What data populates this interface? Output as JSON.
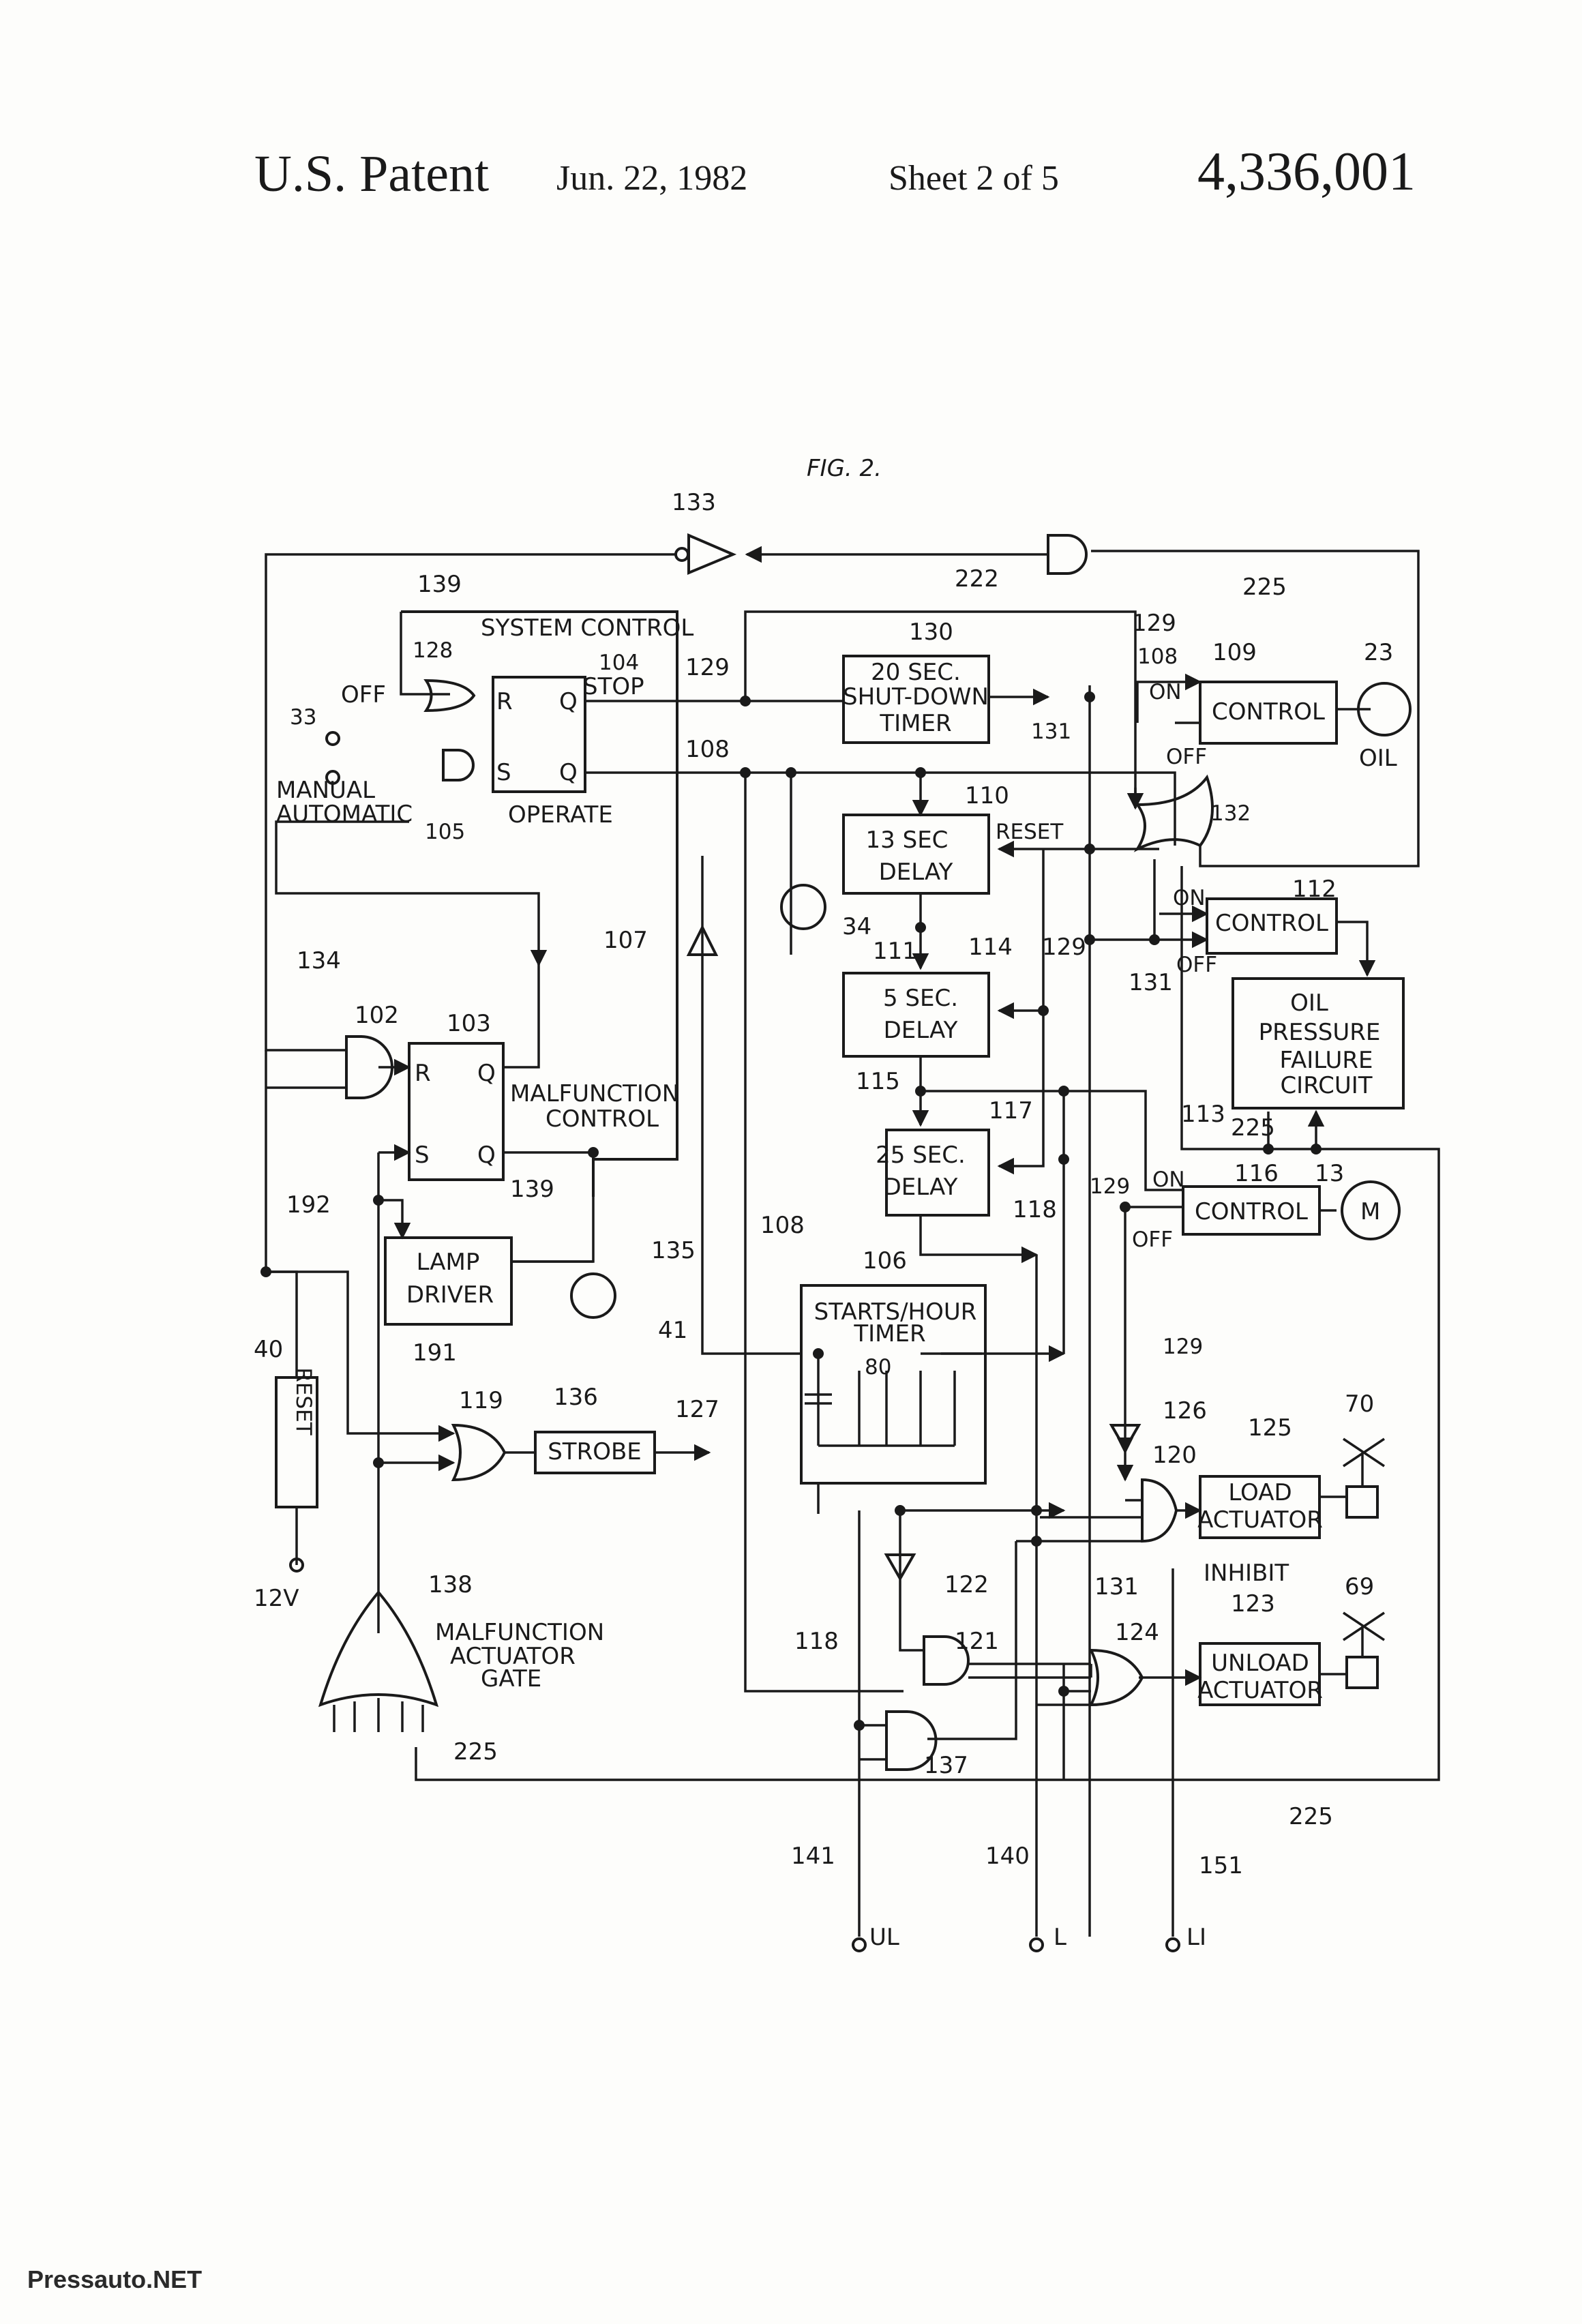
{
  "header": {
    "office": "U.S. Patent",
    "date": "Jun. 22, 1982",
    "sheet": "Sheet 2 of 5",
    "patent_number": "4,336,001"
  },
  "figure": {
    "title": "FIG. 2."
  },
  "blocks": {
    "system_control": "SYSTEM CONTROL",
    "shutdown_timer": [
      "20 SEC.",
      "SHUT-DOWN",
      "TIMER"
    ],
    "control_109": "CONTROL",
    "delay_13": [
      "13 SEC",
      "DELAY"
    ],
    "reset_label": "RESET",
    "control_112": "CONTROL",
    "delay_5": [
      "5 SEC.",
      "DELAY"
    ],
    "oil_pressure": [
      "OIL",
      "PRESSURE",
      "FAILURE",
      "CIRCUIT"
    ],
    "delay_25": [
      "25 SEC.",
      "DELAY"
    ],
    "control_116": "CONTROL",
    "malfunction_control": [
      "MALFUNCTION",
      "CONTROL"
    ],
    "lamp_driver": [
      "LAMP",
      "DRIVER"
    ],
    "starts_hour": [
      "STARTS/HOUR",
      "TIMER"
    ],
    "strobe": "STROBE",
    "load_actuator": [
      "LOAD",
      "ACTUATOR"
    ],
    "unload_actuator": [
      "UNLOAD",
      "ACTUATOR"
    ],
    "reset_switch": "RESET",
    "malfunction_gate": [
      "MALFUNCTION",
      "ACTUATOR",
      "GATE"
    ]
  },
  "labels": {
    "off": "OFF",
    "manual": "MANUAL",
    "automatic": "AUTOMATIC",
    "stop": "STOP",
    "operate": "OPERATE",
    "on": "ON",
    "oil": "OIL",
    "inhibit": "INHIBIT",
    "motor": "M",
    "ul": "UL",
    "l": "L",
    "li": "LI",
    "v12": "12V",
    "r": "R",
    "s": "S",
    "q": "Q"
  },
  "refs": {
    "r133": "133",
    "r222": "222",
    "r225": "225",
    "r139": "139",
    "r128": "128",
    "r104": "104",
    "r129": "129",
    "r130": "130",
    "r108": "108",
    "r109": "109",
    "r23": "23",
    "r33": "33",
    "r105": "105",
    "r131": "131",
    "r110": "110",
    "r132": "132",
    "r34": "34",
    "r107": "107",
    "r111": "111",
    "r114": "114",
    "r112": "112",
    "r134": "134",
    "r102": "102",
    "r103": "103",
    "r115": "115",
    "r117": "117",
    "r113": "113",
    "r116": "116",
    "r13": "13",
    "r192": "192",
    "r118": "118",
    "r135": "135",
    "r106": "106",
    "r191": "191",
    "r41": "41",
    "r40": "40",
    "r119": "119",
    "r136": "136",
    "r127": "127",
    "r80": "80",
    "r126": "126",
    "r70": "70",
    "r120": "120",
    "r125": "125",
    "r122": "122",
    "r138": "138",
    "r123": "123",
    "r69": "69",
    "r121": "121",
    "r124": "124",
    "r137": "137",
    "r141": "141",
    "r140": "140",
    "r151": "151"
  },
  "watermark": "Pressauto.NET"
}
